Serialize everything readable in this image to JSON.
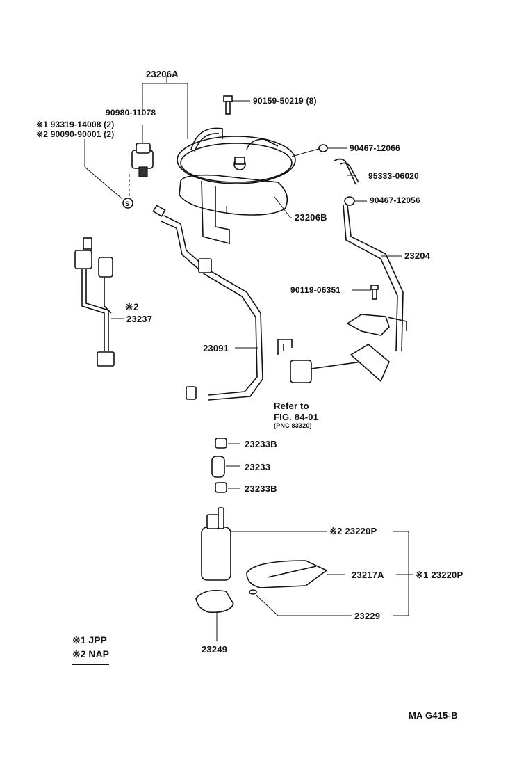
{
  "labels": {
    "p23206A": "23206A",
    "p90980": "90980-11078",
    "p93319": "※1 93319-14008 (2)",
    "p90090": "※2 90090-90001 (2)",
    "p90159": "90159-50219 (8)",
    "p90467a": "90467-12066",
    "p95333": "95333-06020",
    "p90467b": "90467-12056",
    "p23206B": "23206B",
    "p23204": "23204",
    "p90119": "90119-06351",
    "star2": "※2",
    "p23237": "23237",
    "p23091": "23091",
    "refer1": "Refer to",
    "refer2": "FIG. 84-01",
    "refer3": "(PNC 83320)",
    "p23233B_a": "23233B",
    "p23233": "23233",
    "p23233B_b": "23233B",
    "p23220P_2": "※2 23220P",
    "p23217A": "23217A",
    "p23220P_1": "※1 23220P",
    "p23229": "23229",
    "p23249": "23249",
    "code": "MA G415-B"
  },
  "legend": {
    "line1": "※1 JPP",
    "line2": "※2 NAP"
  },
  "icons": {
    "washer": "S"
  }
}
